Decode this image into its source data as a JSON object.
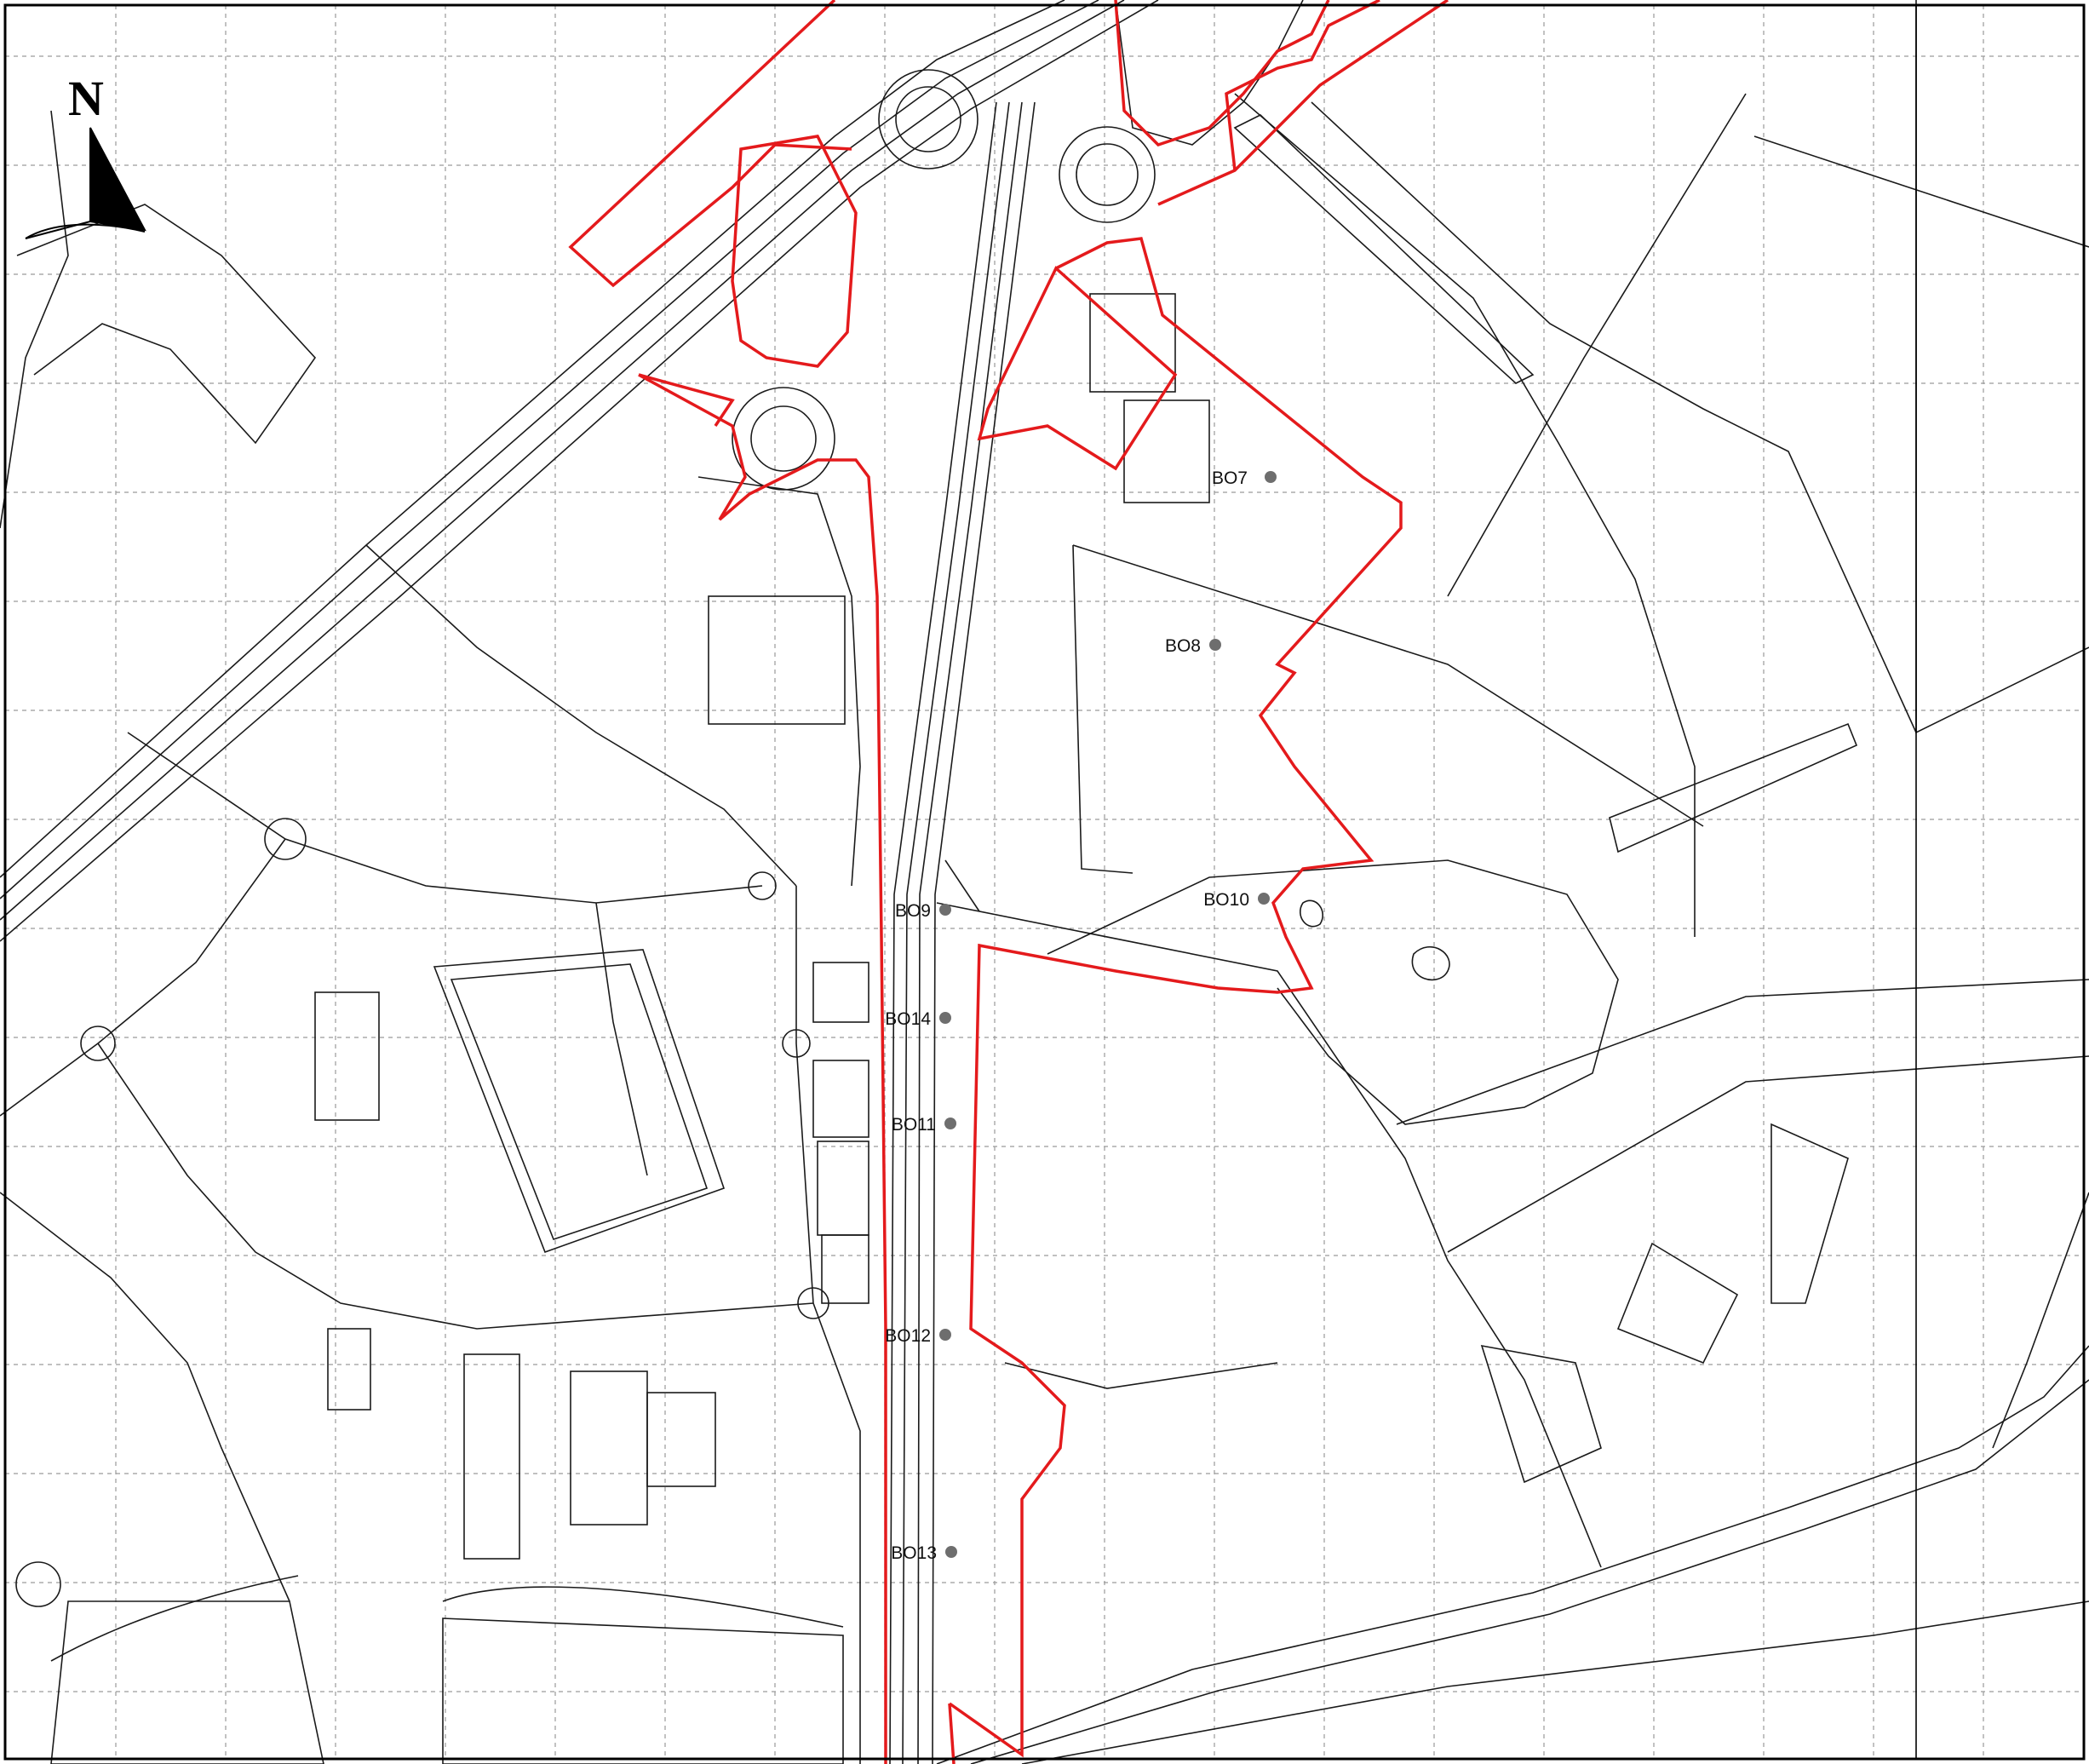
{
  "north_arrow": {
    "label": "N",
    "icon": "north-arrow-icon"
  },
  "colors": {
    "boundary": "#e41a1c",
    "linework": "#1a1a1a",
    "grid": "#9a9a9a",
    "point": "#6e6e6e"
  },
  "monitoring_points": [
    {
      "id": "BO7",
      "label": "BO7"
    },
    {
      "id": "BO8",
      "label": "BO8"
    },
    {
      "id": "BO9",
      "label": "BO9"
    },
    {
      "id": "BO10",
      "label": "BO10"
    },
    {
      "id": "BO14",
      "label": "BO14"
    },
    {
      "id": "BO11",
      "label": "BO11"
    },
    {
      "id": "BO12",
      "label": "BO12"
    },
    {
      "id": "BO13",
      "label": "BO13"
    }
  ]
}
